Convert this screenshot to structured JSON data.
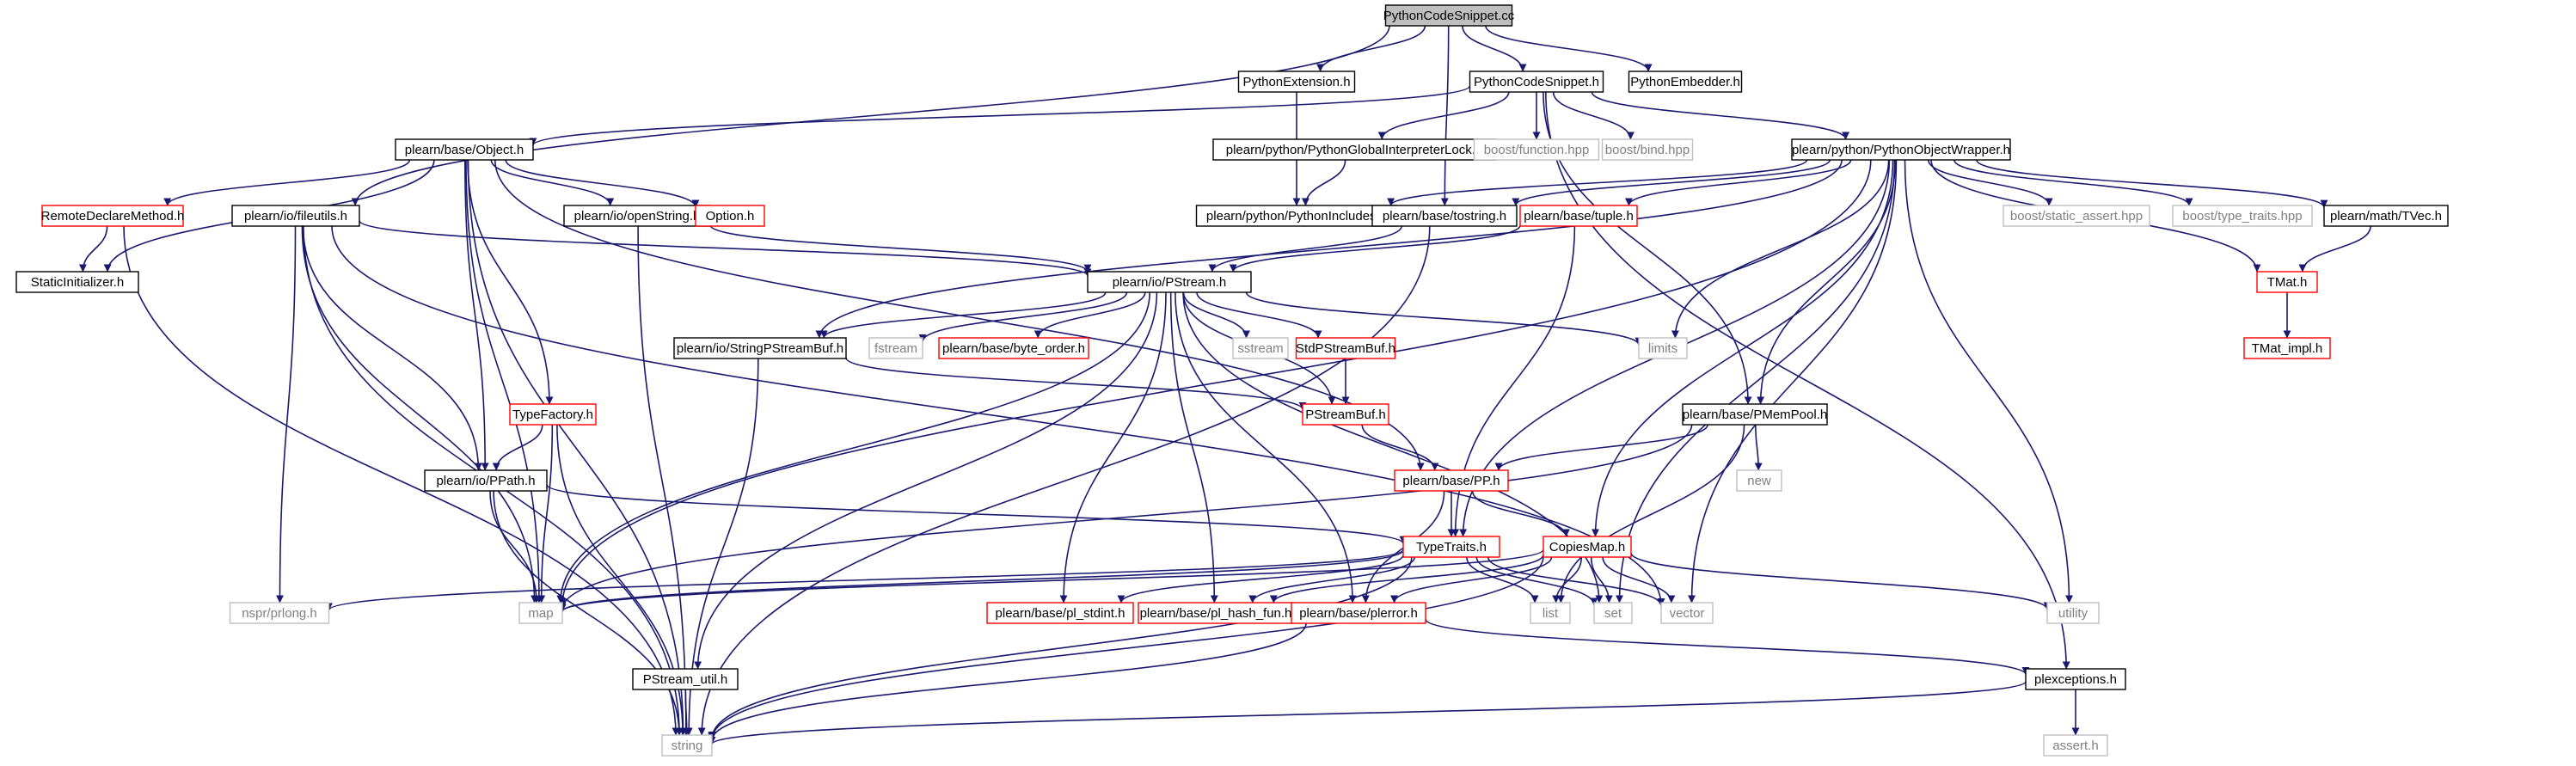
{
  "colors": {
    "edge": "#191970",
    "text": "#000000",
    "muted_text": "#808080",
    "node_border_normal": "#000000",
    "node_border_incomplete": "#ff0000",
    "node_border_system": "#bfbfbf",
    "root_fill": "#bfbfbf",
    "node_fill": "#ffffff"
  },
  "nodes": [
    {
      "id": "root",
      "label": "PythonCodeSnippet.cc",
      "kind": "root"
    },
    {
      "id": "pyext",
      "label": "PythonExtension.h",
      "kind": "normal"
    },
    {
      "id": "pcs_h",
      "label": "PythonCodeSnippet.h",
      "kind": "normal"
    },
    {
      "id": "pyemb",
      "label": "PythonEmbedder.h",
      "kind": "normal"
    },
    {
      "id": "object",
      "label": "plearn/base/Object.h",
      "kind": "normal"
    },
    {
      "id": "gil",
      "label": "plearn/python/PythonGlobalInterpreterLock.h",
      "kind": "normal"
    },
    {
      "id": "boostfn",
      "label": "boost/function.hpp",
      "kind": "system"
    },
    {
      "id": "boostbind",
      "label": "boost/bind.hpp",
      "kind": "system"
    },
    {
      "id": "pow",
      "label": "plearn/python/PythonObjectWrapper.h",
      "kind": "normal"
    },
    {
      "id": "rdm",
      "label": "RemoteDeclareMethod.h",
      "kind": "incomplete"
    },
    {
      "id": "fileutils",
      "label": "plearn/io/fileutils.h",
      "kind": "normal"
    },
    {
      "id": "openstring",
      "label": "plearn/io/openString.h",
      "kind": "normal"
    },
    {
      "id": "option",
      "label": "Option.h",
      "kind": "incomplete"
    },
    {
      "id": "pyincl",
      "label": "plearn/python/PythonIncludes.h",
      "kind": "normal"
    },
    {
      "id": "tostring",
      "label": "plearn/base/tostring.h",
      "kind": "normal"
    },
    {
      "id": "tuple",
      "label": "plearn/base/tuple.h",
      "kind": "incomplete"
    },
    {
      "id": "staticassert",
      "label": "boost/static_assert.hpp",
      "kind": "system"
    },
    {
      "id": "typetraits_b",
      "label": "boost/type_traits.hpp",
      "kind": "system"
    },
    {
      "id": "tvec",
      "label": "plearn/math/TVec.h",
      "kind": "normal"
    },
    {
      "id": "staticinit",
      "label": "StaticInitializer.h",
      "kind": "normal"
    },
    {
      "id": "pstream",
      "label": "plearn/io/PStream.h",
      "kind": "normal"
    },
    {
      "id": "tmat",
      "label": "TMat.h",
      "kind": "incomplete"
    },
    {
      "id": "spsb",
      "label": "plearn/io/StringPStreamBuf.h",
      "kind": "normal"
    },
    {
      "id": "fstream",
      "label": "fstream",
      "kind": "system"
    },
    {
      "id": "byteorder",
      "label": "plearn/base/byte_order.h",
      "kind": "incomplete"
    },
    {
      "id": "sstream",
      "label": "sstream",
      "kind": "system"
    },
    {
      "id": "stdpsb",
      "label": "StdPStreamBuf.h",
      "kind": "incomplete"
    },
    {
      "id": "limits",
      "label": "limits",
      "kind": "system"
    },
    {
      "id": "tmatimpl",
      "label": "TMat_impl.h",
      "kind": "incomplete"
    },
    {
      "id": "typefactory",
      "label": "TypeFactory.h",
      "kind": "incomplete"
    },
    {
      "id": "psb",
      "label": "PStreamBuf.h",
      "kind": "incomplete"
    },
    {
      "id": "pmempool",
      "label": "plearn/base/PMemPool.h",
      "kind": "normal"
    },
    {
      "id": "ppath",
      "label": "plearn/io/PPath.h",
      "kind": "normal"
    },
    {
      "id": "pp",
      "label": "plearn/base/PP.h",
      "kind": "incomplete"
    },
    {
      "id": "new",
      "label": "new",
      "kind": "system"
    },
    {
      "id": "typetraits",
      "label": "TypeTraits.h",
      "kind": "incomplete"
    },
    {
      "id": "copiesmap",
      "label": "CopiesMap.h",
      "kind": "incomplete"
    },
    {
      "id": "nspr",
      "label": "nspr/prlong.h",
      "kind": "system"
    },
    {
      "id": "map",
      "label": "map",
      "kind": "system"
    },
    {
      "id": "stdint",
      "label": "plearn/base/pl_stdint.h",
      "kind": "incomplete"
    },
    {
      "id": "hashfun",
      "label": "plearn/base/pl_hash_fun.h",
      "kind": "incomplete"
    },
    {
      "id": "plerror",
      "label": "plearn/base/plerror.h",
      "kind": "incomplete"
    },
    {
      "id": "list",
      "label": "list",
      "kind": "system"
    },
    {
      "id": "set",
      "label": "set",
      "kind": "system"
    },
    {
      "id": "vector",
      "label": "vector",
      "kind": "system"
    },
    {
      "id": "utility",
      "label": "utility",
      "kind": "system"
    },
    {
      "id": "psutil",
      "label": "PStream_util.h",
      "kind": "normal"
    },
    {
      "id": "plexceptions",
      "label": "plexceptions.h",
      "kind": "normal"
    },
    {
      "id": "string",
      "label": "string",
      "kind": "system"
    },
    {
      "id": "asserth",
      "label": "assert.h",
      "kind": "system"
    }
  ],
  "edges": [
    [
      "root",
      "fileutils"
    ],
    [
      "root",
      "pyext"
    ],
    [
      "root",
      "pcs_h"
    ],
    [
      "root",
      "tostring"
    ],
    [
      "root",
      "pyemb"
    ],
    [
      "pyext",
      "pyincl"
    ],
    [
      "pcs_h",
      "object"
    ],
    [
      "pcs_h",
      "gil"
    ],
    [
      "pcs_h",
      "boostfn"
    ],
    [
      "pcs_h",
      "boostbind"
    ],
    [
      "pcs_h",
      "pow"
    ],
    [
      "pcs_h",
      "pmempool"
    ],
    [
      "pcs_h",
      "plexceptions"
    ],
    [
      "gil",
      "pyincl"
    ],
    [
      "object",
      "rdm"
    ],
    [
      "object",
      "staticinit"
    ],
    [
      "object",
      "openstring"
    ],
    [
      "object",
      "option"
    ],
    [
      "object",
      "typefactory"
    ],
    [
      "object",
      "ppath"
    ],
    [
      "object",
      "map"
    ],
    [
      "object",
      "string"
    ],
    [
      "object",
      "pp"
    ],
    [
      "rdm",
      "staticinit"
    ],
    [
      "rdm",
      "string"
    ],
    [
      "fileutils",
      "pstream"
    ],
    [
      "fileutils",
      "ppath"
    ],
    [
      "fileutils",
      "map"
    ],
    [
      "fileutils",
      "nspr"
    ],
    [
      "fileutils",
      "string"
    ],
    [
      "fileutils",
      "vector"
    ],
    [
      "openstring",
      "pstream"
    ],
    [
      "openstring",
      "string"
    ],
    [
      "pow",
      "pyincl"
    ],
    [
      "pow",
      "tostring"
    ],
    [
      "pow",
      "tuple"
    ],
    [
      "pow",
      "staticassert"
    ],
    [
      "pow",
      "typetraits_b"
    ],
    [
      "pow",
      "tvec"
    ],
    [
      "pow",
      "tmat"
    ],
    [
      "pow",
      "spsb"
    ],
    [
      "pow",
      "map"
    ],
    [
      "pow",
      "limits"
    ],
    [
      "pow",
      "pmempool"
    ],
    [
      "pow",
      "copiesmap"
    ],
    [
      "pow",
      "typetraits"
    ],
    [
      "pow",
      "set"
    ],
    [
      "pow",
      "vector"
    ],
    [
      "pow",
      "utility"
    ],
    [
      "tostring",
      "pstream"
    ],
    [
      "tostring",
      "string"
    ],
    [
      "tuple",
      "pstream"
    ],
    [
      "tuple",
      "typetraits"
    ],
    [
      "tvec",
      "tmat"
    ],
    [
      "tmat",
      "tmatimpl"
    ],
    [
      "pstream",
      "spsb"
    ],
    [
      "pstream",
      "fstream"
    ],
    [
      "pstream",
      "byteorder"
    ],
    [
      "pstream",
      "sstream"
    ],
    [
      "pstream",
      "stdpsb"
    ],
    [
      "pstream",
      "psb"
    ],
    [
      "pstream",
      "limits"
    ],
    [
      "pstream",
      "map"
    ],
    [
      "pstream",
      "psutil"
    ],
    [
      "pstream",
      "stdint"
    ],
    [
      "pstream",
      "hashfun"
    ],
    [
      "pstream",
      "plerror"
    ],
    [
      "pstream",
      "set"
    ],
    [
      "spsb",
      "psb"
    ],
    [
      "spsb",
      "string"
    ],
    [
      "stdpsb",
      "psb"
    ],
    [
      "psb",
      "pp"
    ],
    [
      "typefactory",
      "ppath"
    ],
    [
      "typefactory",
      "map"
    ],
    [
      "typefactory",
      "string"
    ],
    [
      "ppath",
      "typetraits"
    ],
    [
      "ppath",
      "map"
    ],
    [
      "ppath",
      "string"
    ],
    [
      "pmempool",
      "pp"
    ],
    [
      "pmempool",
      "new"
    ],
    [
      "pmempool",
      "map"
    ],
    [
      "pmempool",
      "list"
    ],
    [
      "pp",
      "typetraits"
    ],
    [
      "pp",
      "copiesmap"
    ],
    [
      "pp",
      "plerror"
    ],
    [
      "typetraits",
      "nspr"
    ],
    [
      "typetraits",
      "map"
    ],
    [
      "typetraits",
      "stdint"
    ],
    [
      "typetraits",
      "hashfun"
    ],
    [
      "typetraits",
      "list"
    ],
    [
      "typetraits",
      "set"
    ],
    [
      "typetraits",
      "vector"
    ],
    [
      "typetraits",
      "string"
    ],
    [
      "copiesmap",
      "map"
    ],
    [
      "copiesmap",
      "plerror"
    ],
    [
      "copiesmap",
      "list"
    ],
    [
      "copiesmap",
      "set"
    ],
    [
      "copiesmap",
      "vector"
    ],
    [
      "copiesmap",
      "utility"
    ],
    [
      "copiesmap",
      "string"
    ],
    [
      "copiesmap",
      "hashfun"
    ],
    [
      "plerror",
      "plexceptions"
    ],
    [
      "plerror",
      "string"
    ],
    [
      "psutil",
      "string"
    ],
    [
      "plexceptions",
      "string"
    ],
    [
      "plexceptions",
      "asserth"
    ]
  ]
}
